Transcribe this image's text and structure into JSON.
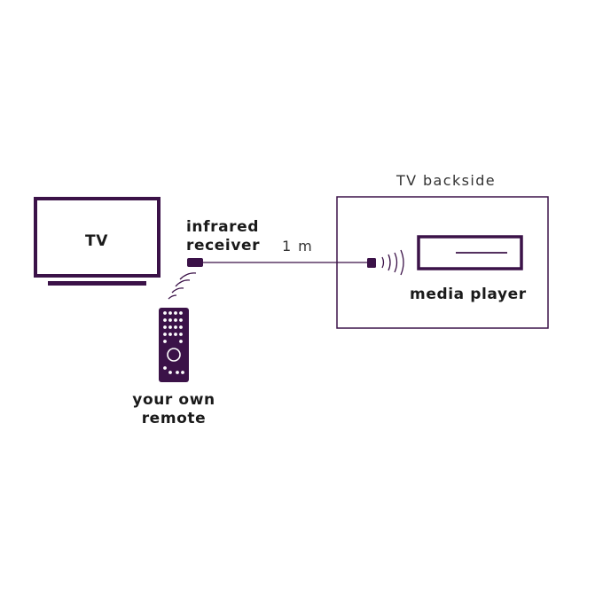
{
  "labels": {
    "tv": "TV",
    "infrared_receiver_line1": "infrared",
    "infrared_receiver_line2": "receiver",
    "cable_length": "1 m",
    "tv_backside": "TV backside",
    "media_player": "media player",
    "remote_line1": "your own",
    "remote_line2": "remote"
  },
  "colors": {
    "primary": "#3b1248",
    "text": "#1a1a1a",
    "background": "#ffffff"
  }
}
